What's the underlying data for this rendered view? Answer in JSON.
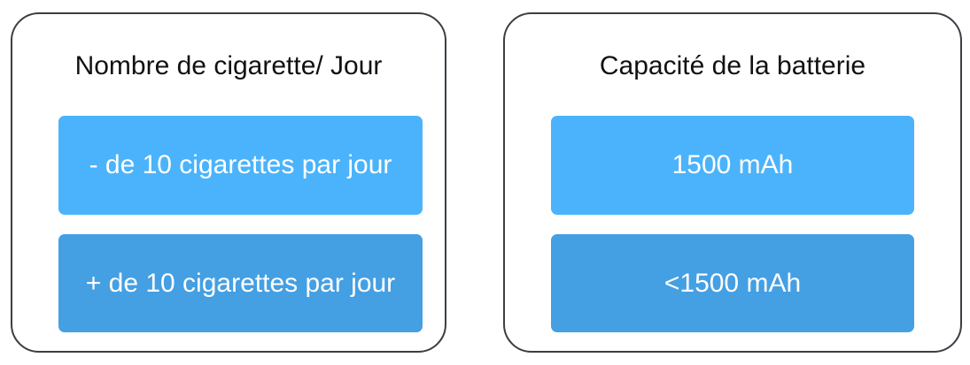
{
  "colors": {
    "light_option": "#4bb3fb",
    "dark_option": "#449fe3",
    "border": "#3a3f44"
  },
  "panels": [
    {
      "title": "Nombre de cigarette/ Jour",
      "options": [
        "- de 10 cigarettes par jour",
        "+ de 10 cigarettes par jour"
      ]
    },
    {
      "title": "Capacité de la batterie",
      "options": [
        "1500 mAh",
        "<1500 mAh"
      ]
    }
  ]
}
